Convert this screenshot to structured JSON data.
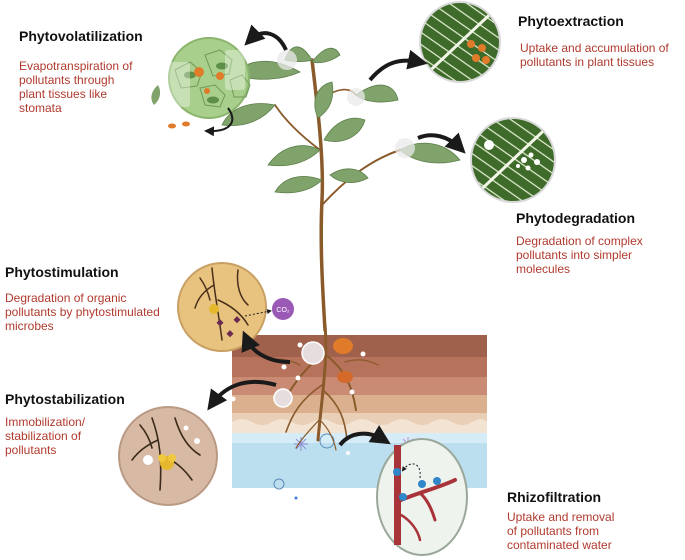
{
  "colors": {
    "title_text": "#111111",
    "desc_text": "#b03a2e",
    "leaf": "#7fa36b",
    "stem": "#8a5a2b",
    "soil_top": "#a0614c",
    "soil_mid": "#c98b73",
    "soil_low": "#e3c4a8",
    "water": "#bcdff0",
    "pollutant": "#e07b2a",
    "microbe_zone": "#e8c37f",
    "co2_bubble": "#9b59b6"
  },
  "labels": {
    "co2": "CO₂"
  },
  "processes": {
    "phytovolatilization": {
      "title": "Phytovolatilization",
      "desc": [
        "Evapotranspiration of",
        "pollutants through",
        "plant tissues like",
        "stomata"
      ]
    },
    "phytoextraction": {
      "title": "Phytoextraction",
      "desc": [
        "Uptake and accumulation of",
        "pollutants in plant tissues"
      ]
    },
    "phytodegradation": {
      "title": "Phytodegradation",
      "desc": [
        "Degradation of complex",
        "pollutants into simpler",
        "molecules"
      ]
    },
    "phytostimulation": {
      "title": "Phytostimulation",
      "desc": [
        "Degradation of organic",
        "pollutants by phytostimulated",
        "microbes"
      ]
    },
    "phytostabilization": {
      "title": "Phytostabilization",
      "desc": [
        "Immobilization/",
        "stabilization of",
        "pollutants"
      ]
    },
    "rhizofiltration": {
      "title": "Rhizofiltration",
      "desc": [
        "Uptake and removal",
        "of pollutants from",
        "contaminated water"
      ]
    }
  }
}
